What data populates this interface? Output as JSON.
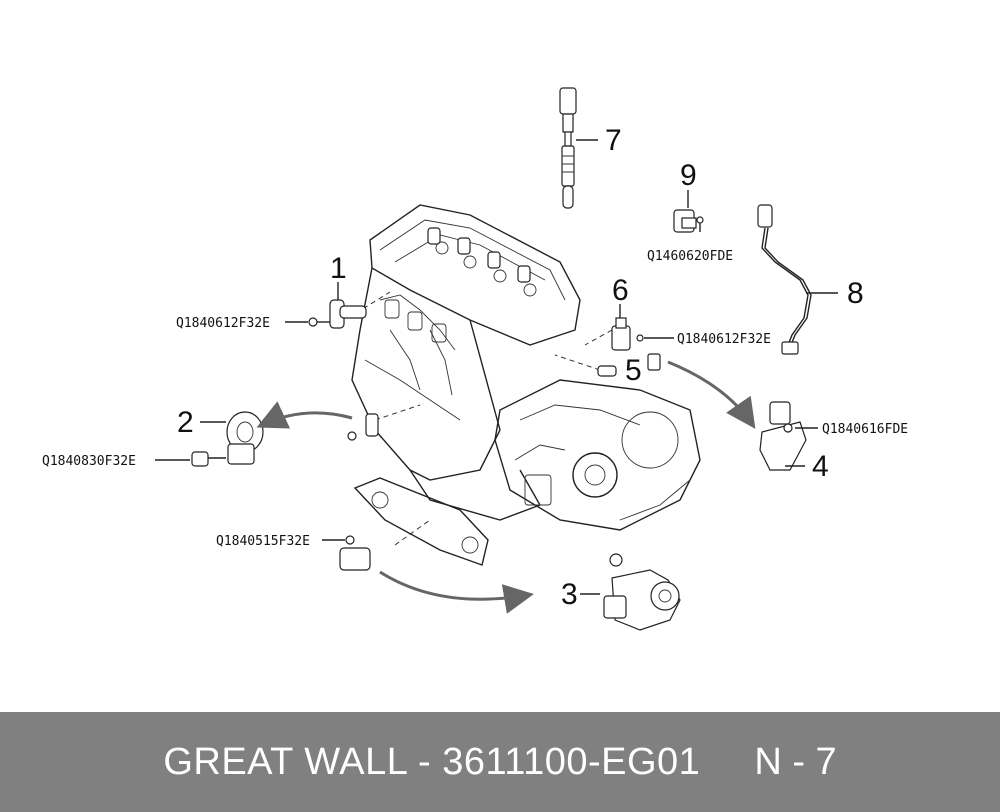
{
  "callouts": {
    "c1": "1",
    "c2": "2",
    "c3": "3",
    "c4": "4",
    "c5": "5",
    "c6": "6",
    "c7": "7",
    "c8": "8",
    "c9": "9"
  },
  "part_numbers": {
    "p1": "Q1840612F32E",
    "p2": "Q1840830F32E",
    "p3": "Q1840515F32E",
    "p4": "Q1840616FDE",
    "p6": "Q1840612F32E",
    "p9": "Q1460620FDE"
  },
  "footer": {
    "title": "GREAT WALL - 3611100-EG01",
    "page": "N - 7"
  },
  "colors": {
    "footer_bg": "#808080",
    "footer_text": "#ffffff",
    "ink": "#111111"
  }
}
